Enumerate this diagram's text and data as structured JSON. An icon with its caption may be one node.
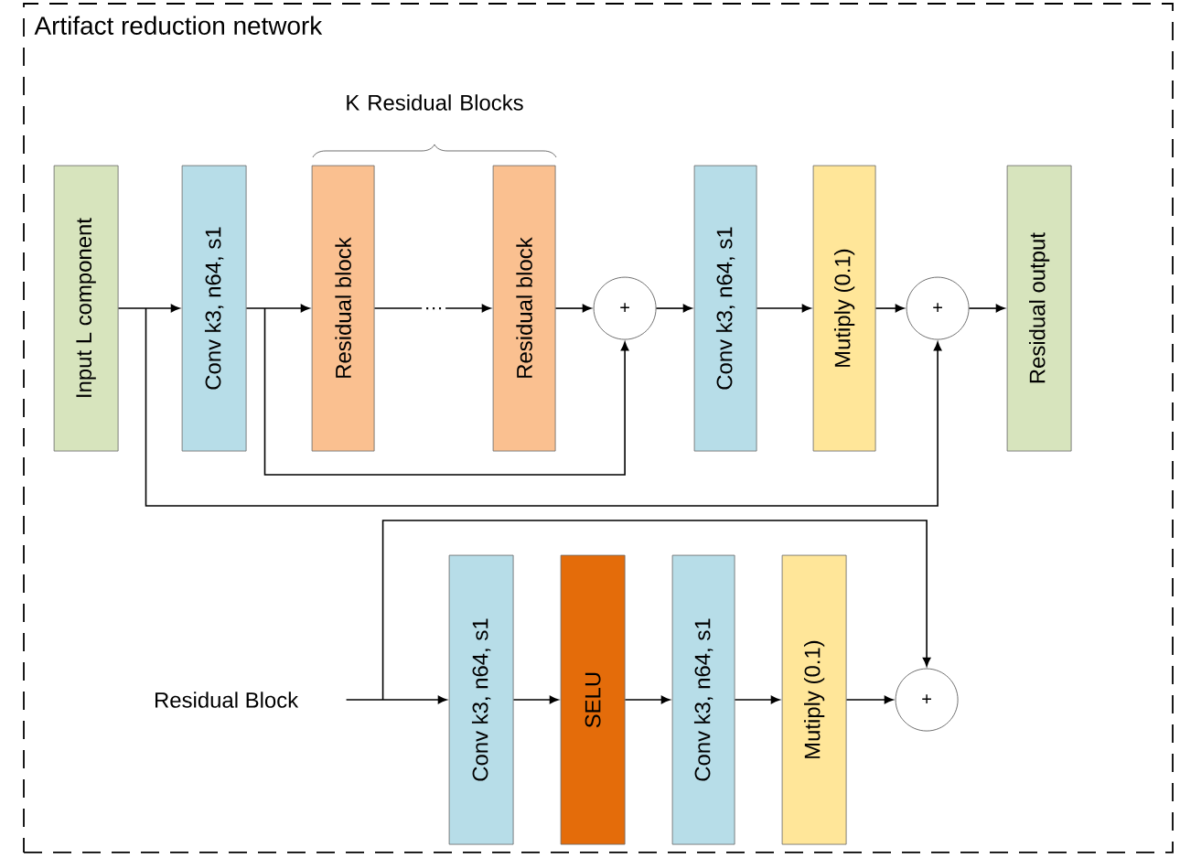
{
  "diagram": {
    "nodes": [
      {
        "text": [
          "Artifact reduction network"
        ]
      },
      {
        "text": [
          "Input L component"
        ],
        "in": 0
      },
      {
        "text": [
          "Conv k3, n64, s1"
        ],
        "in": 0
      },
      {
        "text": [
          "Residual block"
        ],
        "in": 0
      },
      {
        "text": [
          "Residual block"
        ],
        "in": 0
      },
      {
        "text": [
          "+"
        ],
        "in": 0
      },
      {
        "text": [
          "Conv k3, n64, s1"
        ],
        "in": 0
      },
      {
        "text": [
          "Mutiply (0.1)"
        ],
        "in": 0
      },
      {
        "text": [
          "+"
        ],
        "in": 0
      },
      {
        "text": [
          "Residual output"
        ],
        "in": 0
      },
      {
        "text": [
          "Residual Block"
        ],
        "in": 0
      },
      {
        "text": [
          "Conv k3, n64, s1"
        ],
        "in": 0
      },
      {
        "text": [
          "SELU"
        ],
        "in": 0
      },
      {
        "text": [
          "Conv k3, n64, s1"
        ],
        "in": 0
      },
      {
        "text": [
          "Mutiply (0.1)"
        ],
        "in": 0
      },
      {
        "text": [
          "+"
        ],
        "in": 0
      }
    ],
    "edges": [
      {
        "from": 1,
        "to": 2,
        "arrow": "to"
      },
      {
        "from": 2,
        "to": 3,
        "arrow": "to"
      },
      {
        "from": 3,
        "to": 4,
        "arrow": "to",
        "label": "…"
      },
      {
        "from": 4,
        "to": 5,
        "arrow": "to"
      },
      {
        "from": 5,
        "to": 6,
        "arrow": "to"
      },
      {
        "from": 6,
        "to": 7,
        "arrow": "to"
      },
      {
        "from": 7,
        "to": 8,
        "arrow": "to"
      },
      {
        "from": 8,
        "to": 9,
        "arrow": "to"
      },
      {
        "from": 2,
        "to": 5,
        "arrow": "to"
      },
      {
        "from": 1,
        "to": 8,
        "arrow": "to"
      },
      {
        "from": 10,
        "to": 11,
        "arrow": "to"
      },
      {
        "from": 11,
        "to": 12,
        "arrow": "to"
      },
      {
        "from": 12,
        "to": 13,
        "arrow": "to"
      },
      {
        "from": 13,
        "to": 14,
        "arrow": "to"
      },
      {
        "from": 14,
        "to": 15,
        "arrow": "to"
      },
      {
        "from": 10,
        "to": 15,
        "arrow": "to"
      }
    ],
    "labels": [
      "K Residual Blocks"
    ]
  }
}
